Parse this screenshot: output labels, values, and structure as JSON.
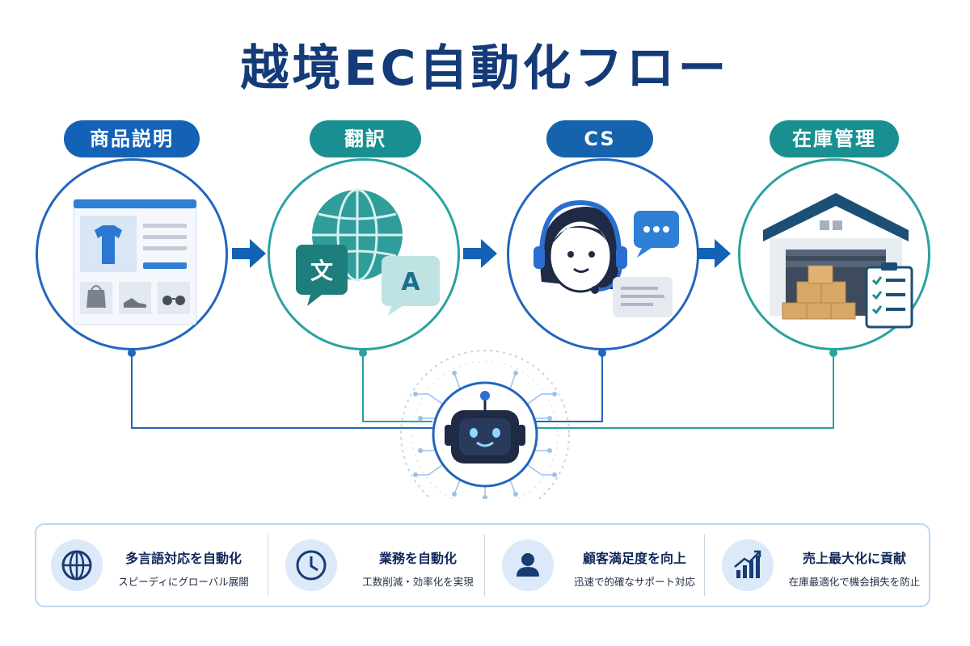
{
  "title": "越境EC自動化フロー",
  "colors": {
    "navy": "#143a78",
    "blue": "#1462b6",
    "teal": "#1a8f91",
    "light_blue_bg": "#dbe9f8"
  },
  "steps": [
    {
      "label": "商品説明",
      "icon": "product-page-icon",
      "color": "blue"
    },
    {
      "label": "翻訳",
      "icon": "globe-translation-icon",
      "color": "teal"
    },
    {
      "label": "CS",
      "icon": "support-agent-icon",
      "color": "navy"
    },
    {
      "label": "在庫管理",
      "icon": "warehouse-icon",
      "color": "teal"
    }
  ],
  "translation_glyphs": {
    "source": "文",
    "target": "A"
  },
  "hub_icon": "ai-robot-icon",
  "benefits": [
    {
      "title": "多言語対応を自動化",
      "subtitle": "スピーディにグローバル展開",
      "icon": "globe-icon"
    },
    {
      "title": "業務を自動化",
      "subtitle": "工数削減・効率化を実現",
      "icon": "clock-icon"
    },
    {
      "title": "顧客満足度を向上",
      "subtitle": "迅速で的確なサポート対応",
      "icon": "user-icon"
    },
    {
      "title": "売上最大化に貢献",
      "subtitle": "在庫最適化で機会損失を防止",
      "icon": "growth-chart-icon"
    }
  ]
}
